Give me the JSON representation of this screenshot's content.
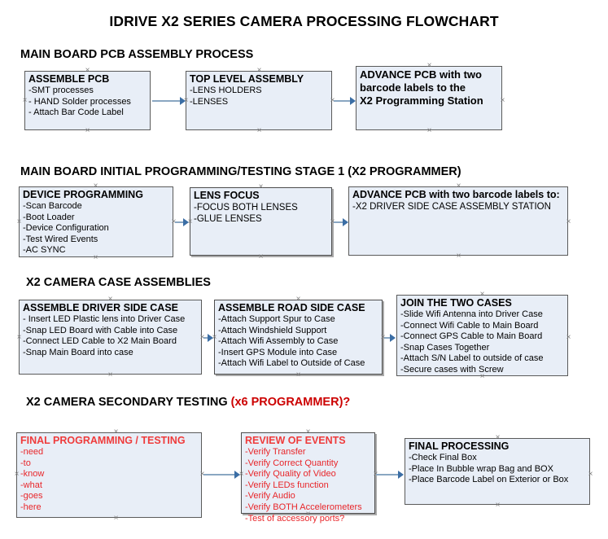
{
  "title": "IDRIVE X2  SERIES CAMERA PROCESSING FLOWCHART",
  "colors": {
    "box_fill": "#e8eef7",
    "box_border": "#5a5a5a",
    "connector": "#8aa7c2",
    "arrowhead": "#3b6ea5",
    "accent_red": "#cc0000",
    "text": "#000000"
  },
  "sections": [
    {
      "heading": "MAIN BOARD PCB ASSEMBLY PROCESS",
      "heading_accent": "",
      "boxes": [
        {
          "title": "ASSEMBLE PCB",
          "items": [
            "-SMT processes",
            "- HAND Solder processes",
            "- Attach Bar Code Label"
          ]
        },
        {
          "title": "TOP LEVEL ASSEMBLY",
          "items": [
            "-LENS HOLDERS",
            "-LENSES"
          ]
        },
        {
          "title": "ADVANCE PCB with two",
          "title_lines": [
            "ADVANCE PCB with two",
            "barcode labels to the",
            " X2 Programming Station"
          ],
          "items": []
        }
      ]
    },
    {
      "heading": "MAIN BOARD INITIAL PROGRAMMING/TESTING STAGE 1 (X2 PROGRAMMER)",
      "heading_accent": "",
      "boxes": [
        {
          "title": "DEVICE PROGRAMMING",
          "items": [
            "-Scan Barcode",
            "-Boot Loader",
            "-Device Configuration",
            "-Test Wired Events",
            "-AC SYNC"
          ]
        },
        {
          "title": "LENS FOCUS",
          "items": [
            "-FOCUS BOTH LENSES",
            "-GLUE LENSES"
          ]
        },
        {
          "title": "ADVANCE PCB with two barcode labels to:",
          "items": [
            "-X2 DRIVER  SIDE  CASE  ASSEMBLY STATION"
          ]
        }
      ]
    },
    {
      "heading": "X2 CAMERA CASE ASSEMBLIES",
      "heading_accent": "",
      "boxes": [
        {
          "title": "ASSEMBLE DRIVER SIDE CASE",
          "items": [
            "- Insert LED Plastic lens into Driver Case",
            "-Snap LED Board with Cable into Case",
            "-Connect LED Cable to X2 Main Board",
            "-Snap Main Board into case"
          ]
        },
        {
          "title": "ASSEMBLE ROAD SIDE CASE",
          "items": [
            "-Attach Support Spur to Case",
            "-Attach Windshield Support",
            "-Attach Wifi Assembly to Case",
            "-Insert GPS Module into Case",
            "-Attach Wifi Label to Outside of Case"
          ]
        },
        {
          "title": "JOIN THE TWO CASES",
          "items": [
            "-Slide Wifi Antenna into Driver Case",
            "-Connect Wifi Cable to Main Board",
            "-Connect GPS Cable to Main Board",
            "-Snap Cases Together",
            "-Attach S/N Label to outside of case",
            "-Secure cases with Screw"
          ]
        }
      ]
    },
    {
      "heading": "X2 CAMERA SECONDARY TESTING ",
      "heading_accent": "(x6 PROGRAMMER)?",
      "boxes": [
        {
          "title": "FINAL PROGRAMMING / TESTING",
          "items": [
            "-need",
            "-to",
            "-know",
            "-what",
            "-goes",
            "-here"
          ]
        },
        {
          "title": "REVIEW OF EVENTS",
          "items": [
            "-Verify Transfer",
            "-Verify Correct Quantity",
            "-Verify Quality of Video",
            "-Verify LEDs function",
            "-Verify Audio",
            "-Verify BOTH Accelerometers",
            "-Test of accessory ports?"
          ]
        },
        {
          "title": "FINAL PROCESSING",
          "items": [
            " -Check Final Box",
            "-Place In Bubble wrap Bag and BOX",
            "-Place Barcode Label on Exterior or Box"
          ]
        }
      ]
    }
  ]
}
